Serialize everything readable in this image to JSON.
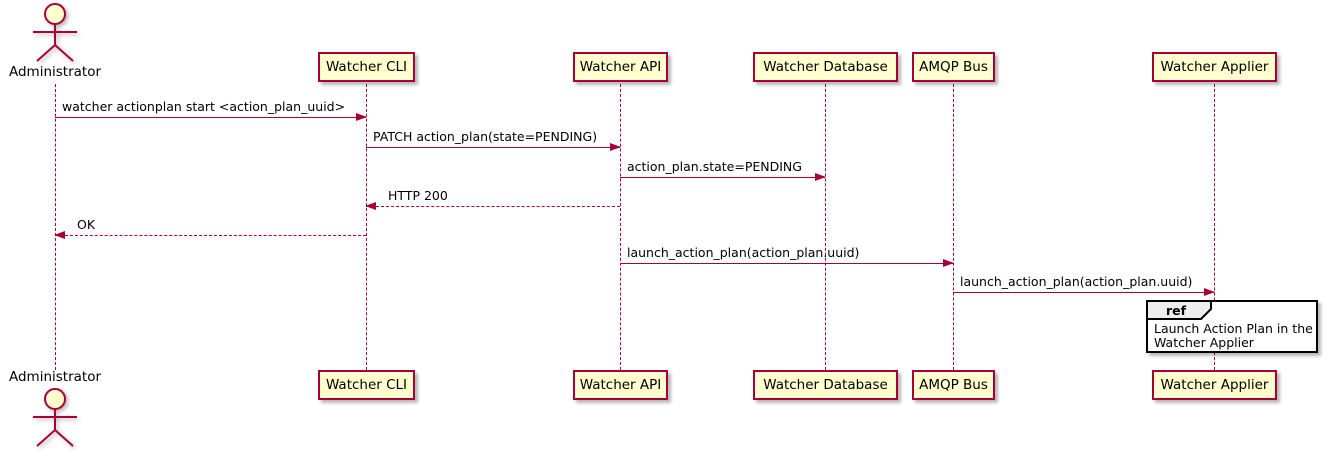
{
  "colors": {
    "accent": "#A80036",
    "participant-fill": "#FEFECE",
    "ref-header-fill": "#EEEEEE",
    "text-color": "#000000"
  },
  "actor": {
    "label": "Administrator"
  },
  "participants": [
    {
      "label": "Watcher CLI"
    },
    {
      "label": "Watcher API"
    },
    {
      "label": "Watcher Database"
    },
    {
      "label": "AMQP Bus"
    },
    {
      "label": "Watcher Applier"
    }
  ],
  "messages": [
    {
      "label": "watcher actionplan start <action_plan_uuid>",
      "from": "Administrator",
      "to": "Watcher CLI",
      "line": "solid"
    },
    {
      "label": "PATCH action_plan(state=PENDING)",
      "from": "Watcher CLI",
      "to": "Watcher API",
      "line": "solid"
    },
    {
      "label": "action_plan.state=PENDING",
      "from": "Watcher API",
      "to": "Watcher Database",
      "line": "solid"
    },
    {
      "label": "HTTP 200",
      "from": "Watcher API",
      "to": "Watcher CLI",
      "line": "dashed"
    },
    {
      "label": "OK",
      "from": "Watcher CLI",
      "to": "Administrator",
      "line": "dashed"
    },
    {
      "label": "launch_action_plan(action_plan.uuid)",
      "from": "Watcher API",
      "to": "AMQP Bus",
      "line": "solid"
    },
    {
      "label": "launch_action_plan(action_plan.uuid)",
      "from": "AMQP Bus",
      "to": "Watcher Applier",
      "line": "solid"
    }
  ],
  "ref": {
    "keyword": "ref",
    "lines": [
      "Launch Action Plan in the",
      "Watcher Applier"
    ]
  }
}
